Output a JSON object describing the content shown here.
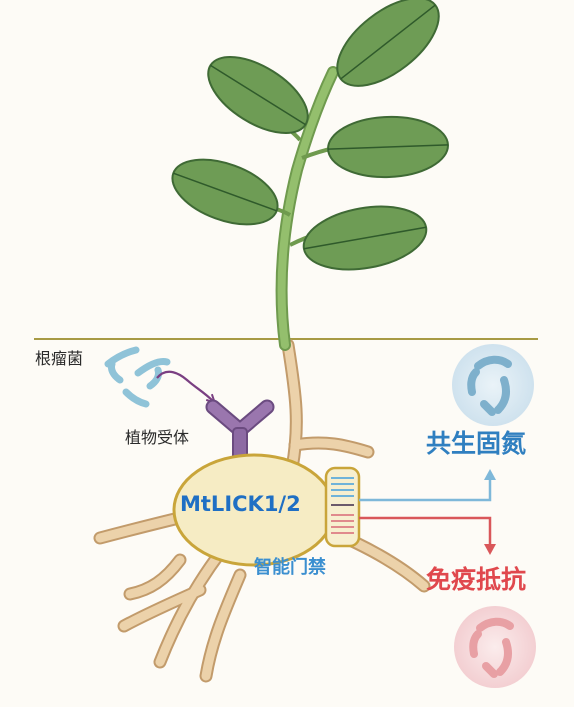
{
  "labels": {
    "rhizobia": "根瘤菌",
    "receptor": "植物受体",
    "protein": "MtLICK1/2",
    "gate": "智能门禁",
    "symbiosis": "共生固氮",
    "immunity": "免疫抵抗"
  },
  "colors": {
    "leaf": "#6e9c55",
    "stem": "#8cb767",
    "root": "#e6c79c",
    "soil_line": "#a79a44",
    "rhizobia": "#8fc3d8",
    "receptor": "#8d6aa3",
    "signal_arrow": "#7a3f82",
    "protein_fill": "#f6ecc4",
    "protein_border": "#c9a53a",
    "symbiosis": "#2f7fc0",
    "symbiosis_arrow": "#7eb8d9",
    "immunity": "#e0484d",
    "immunity_arrow": "#d9575a"
  },
  "icons": {
    "symbiosis_bubble": "blue-bacteria-bubble",
    "immunity_bubble": "red-bacteria-bubble"
  }
}
